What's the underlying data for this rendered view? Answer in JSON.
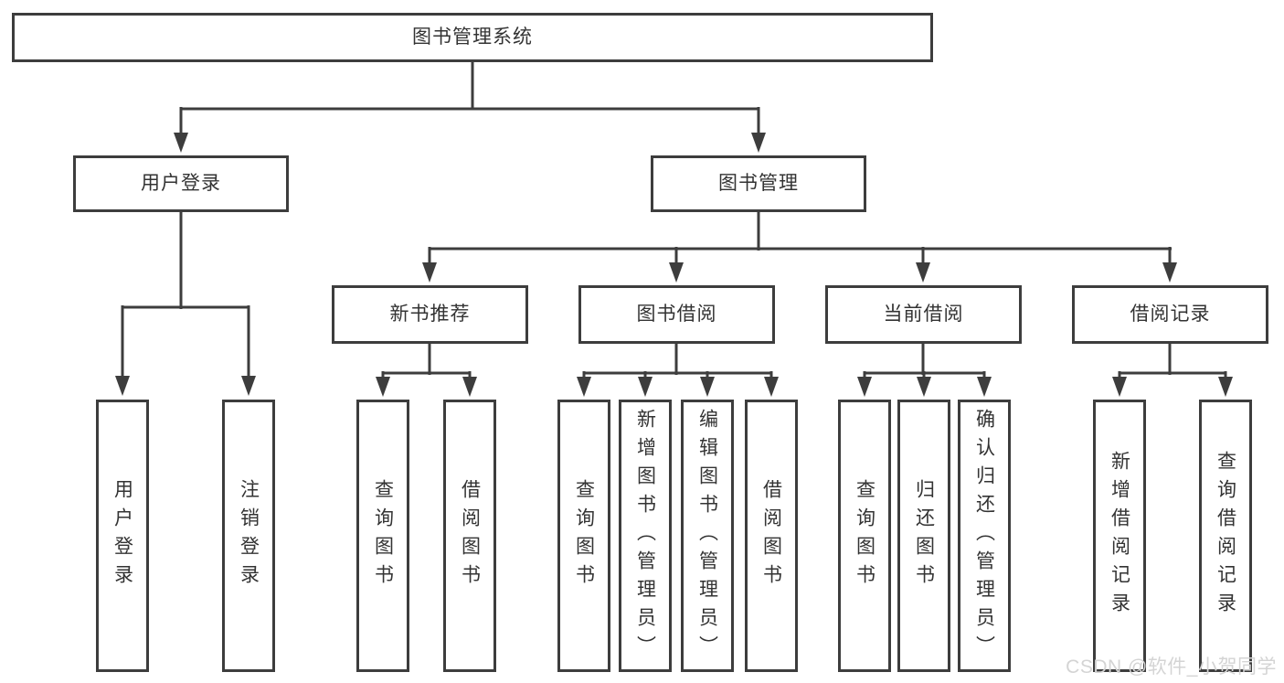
{
  "diagram": {
    "root": {
      "label": "图书管理系统"
    },
    "branches": [
      {
        "label": "用户登录",
        "children": [
          {
            "label": "用户登录"
          },
          {
            "label": "注销登录"
          }
        ]
      },
      {
        "label": "图书管理",
        "children": [
          {
            "label": "新书推荐",
            "children": [
              {
                "label": "查询图书"
              },
              {
                "label": "借阅图书"
              }
            ]
          },
          {
            "label": "图书借阅",
            "children": [
              {
                "label": "查询图书"
              },
              {
                "label": "新增图书（管理员）"
              },
              {
                "label": "编辑图书（管理员）"
              },
              {
                "label": "借阅图书"
              }
            ]
          },
          {
            "label": "当前借阅",
            "children": [
              {
                "label": "查询图书"
              },
              {
                "label": "归还图书"
              },
              {
                "label": "确认归还（管理员）"
              }
            ]
          },
          {
            "label": "借阅记录",
            "children": [
              {
                "label": "新增借阅记录"
              },
              {
                "label": "查询借阅记录"
              }
            ]
          }
        ]
      }
    ]
  },
  "colors": {
    "line": "#3d3d3d",
    "text": "#333333",
    "background": "#ffffff",
    "watermark": "#d4d4d4"
  },
  "watermark": {
    "text": "CSDN @软件_小贺同学"
  }
}
